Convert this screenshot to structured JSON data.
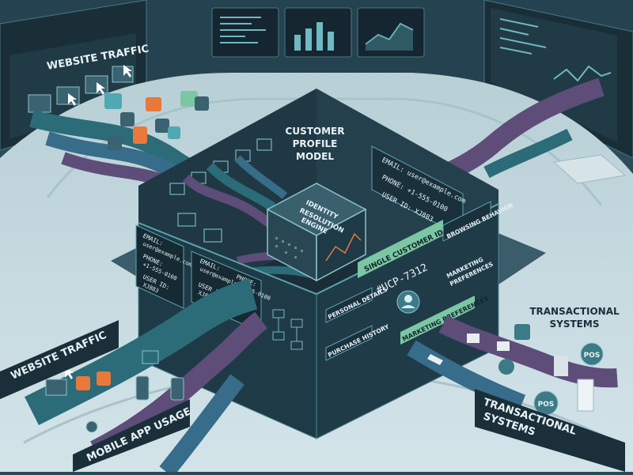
{
  "labels": {
    "website_traffic_top": "WEBSITE TRAFFIC",
    "website_traffic_bottom": "WEBSITE TRAFFIC",
    "mobile_app_usage": "MOBILE APP USAGE",
    "transactional_right_1": "TRANSACTIONAL",
    "transactional_right_2": "SYSTEMS",
    "transactional_bottom_1": "TRANSACTIONAL",
    "transactional_bottom_2": "SYSTEMS",
    "model_title_1": "CUSTOMER",
    "model_title_2": "PROFILE",
    "model_title_3": "MODEL",
    "engine_1": "IDENTITY",
    "engine_2": "RESOLUTION",
    "engine_3": "ENGINE"
  },
  "profile_card": {
    "email": "EMAIL: user@example.com",
    "phone": "PHONE: +1-555-0100",
    "user_id": "USER ID: XJ883"
  },
  "left_card": {
    "email_label": "EMAIL:",
    "email_value": "user@example.com",
    "phone_label": "PHONE:",
    "phone_value": "+1-555-0100",
    "id_label": "USER ID:",
    "id_value": "XJ883"
  },
  "front_card": {
    "email_label": "EMAIL:",
    "email_value": "user@example.com",
    "phone_label": "PHONE:",
    "phone_value": "+1-555-0100",
    "id_label": "USER ID:",
    "id_value": "XJ883"
  },
  "unified": {
    "single_id_label": "SINGLE CUSTOMER ID:",
    "id_value": "#UCP-7312",
    "browsing": "BROWSING BEHAVIOR",
    "marketing_prefs_1": "MARKETING",
    "marketing_prefs_2": "PREFERENCES",
    "personal": "PERSONAL DETAILS",
    "purchase": "PURCHASE HISTORY",
    "marketing_bar": "MARKETING PREFERENCES"
  },
  "badges": {
    "pos_1": "POS",
    "pos_2": "POS"
  },
  "colors": {
    "background": "#2c4a57",
    "floor": "#c9dde3",
    "box_dark": "#1b2f3a",
    "teal": "#4fa9b3",
    "purple": "#7a5a86",
    "accent_orange": "#e8793a",
    "accent_green": "#7cc7a3"
  }
}
